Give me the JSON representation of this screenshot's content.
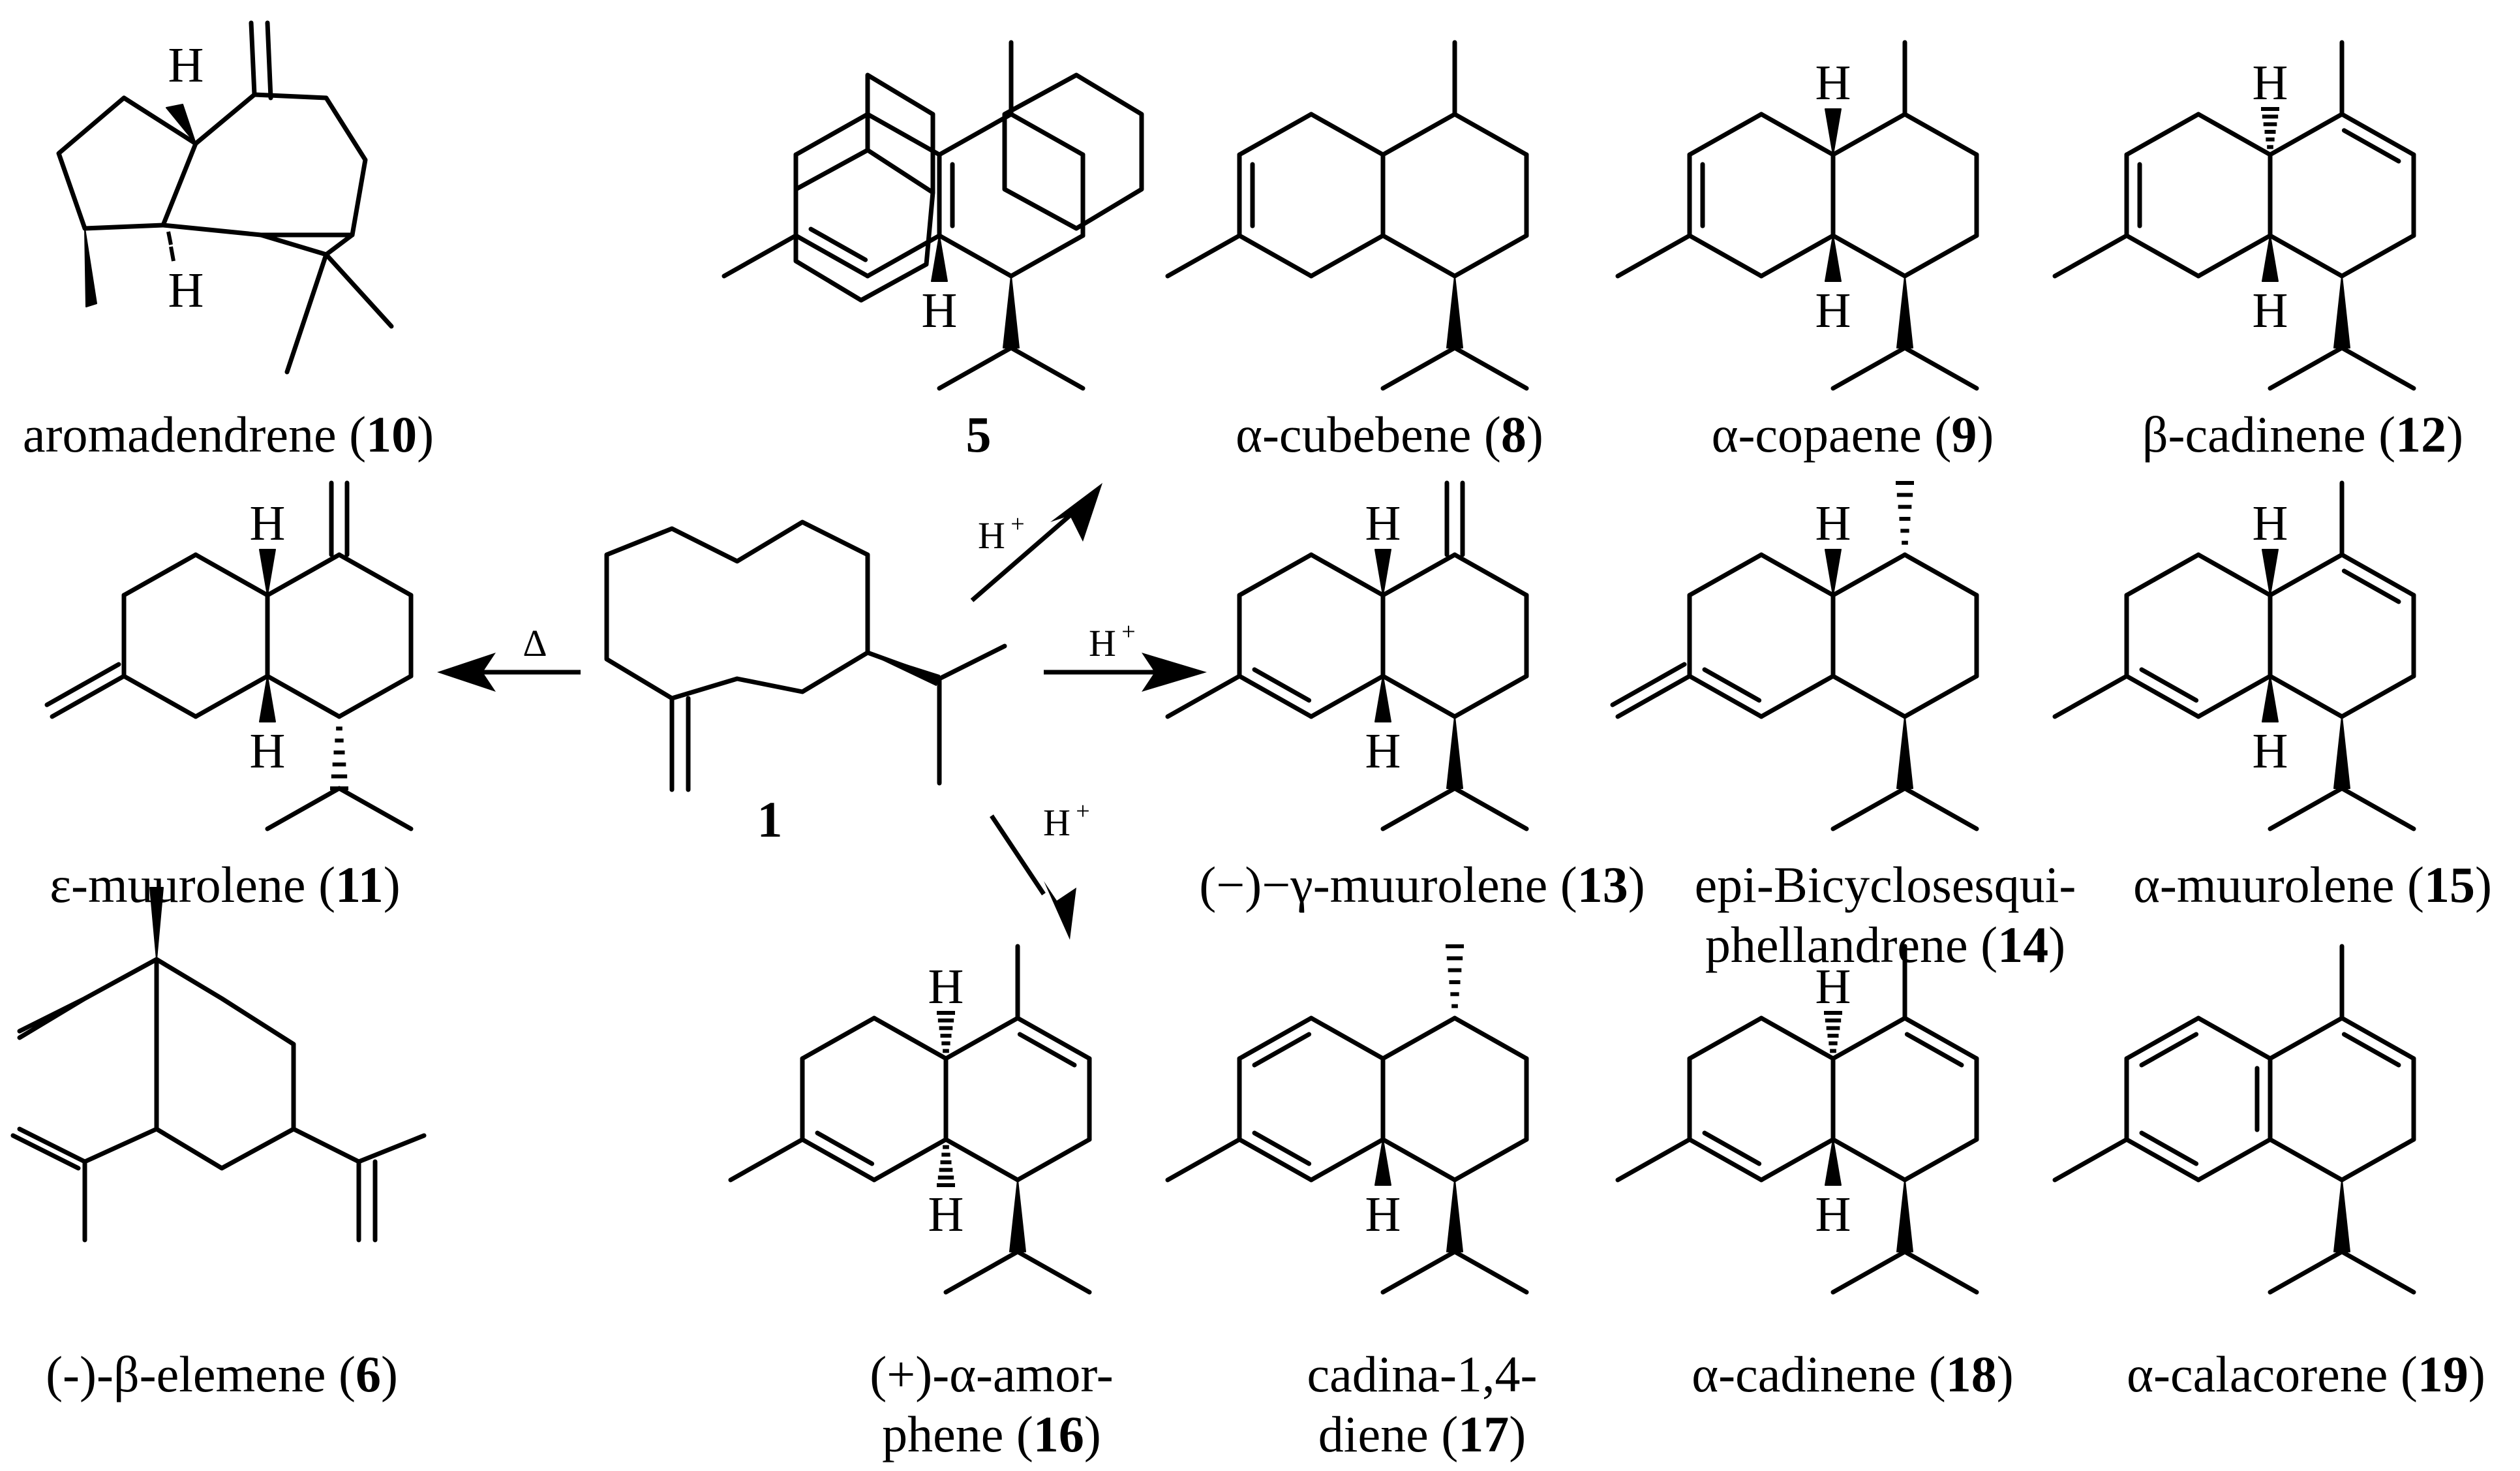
{
  "compounds": {
    "c10": {
      "name": "aromadendrene",
      "num": "10"
    },
    "c5": {
      "name": "",
      "num": "5"
    },
    "c8": {
      "name": "α-cubebene",
      "num": "8"
    },
    "c9": {
      "name": "α-copaene",
      "num": "9"
    },
    "c12": {
      "name": "β-cadinene",
      "num": "12"
    },
    "c11": {
      "name": "ε-muurolene",
      "num": "11"
    },
    "c1": {
      "name": "",
      "num": "1"
    },
    "c13": {
      "name": "(−)−γ-muurolene",
      "num": "13"
    },
    "c14": {
      "name_line1": "epi-Bicyclosesqui-",
      "name_line2": "phellandrene",
      "num": "14"
    },
    "c15": {
      "name": "α-muurolene",
      "num": "15"
    },
    "c6": {
      "name": "(-)-β-elemene",
      "num": "6"
    },
    "c16": {
      "name_line1": "(+)-α-amor-",
      "name_line2": "phene",
      "num": "16"
    },
    "c17": {
      "name_line1": "cadina-1,4-",
      "name_line2": "diene",
      "num": "17"
    },
    "c18": {
      "name": "α-cadinene",
      "num": "18"
    },
    "c19": {
      "name": "α-calacorene",
      "num": "19"
    }
  },
  "arrows": {
    "heat": "Δ",
    "acid": "H",
    "acid_charge": "+"
  },
  "atoms": {
    "hydrogen": "H"
  }
}
